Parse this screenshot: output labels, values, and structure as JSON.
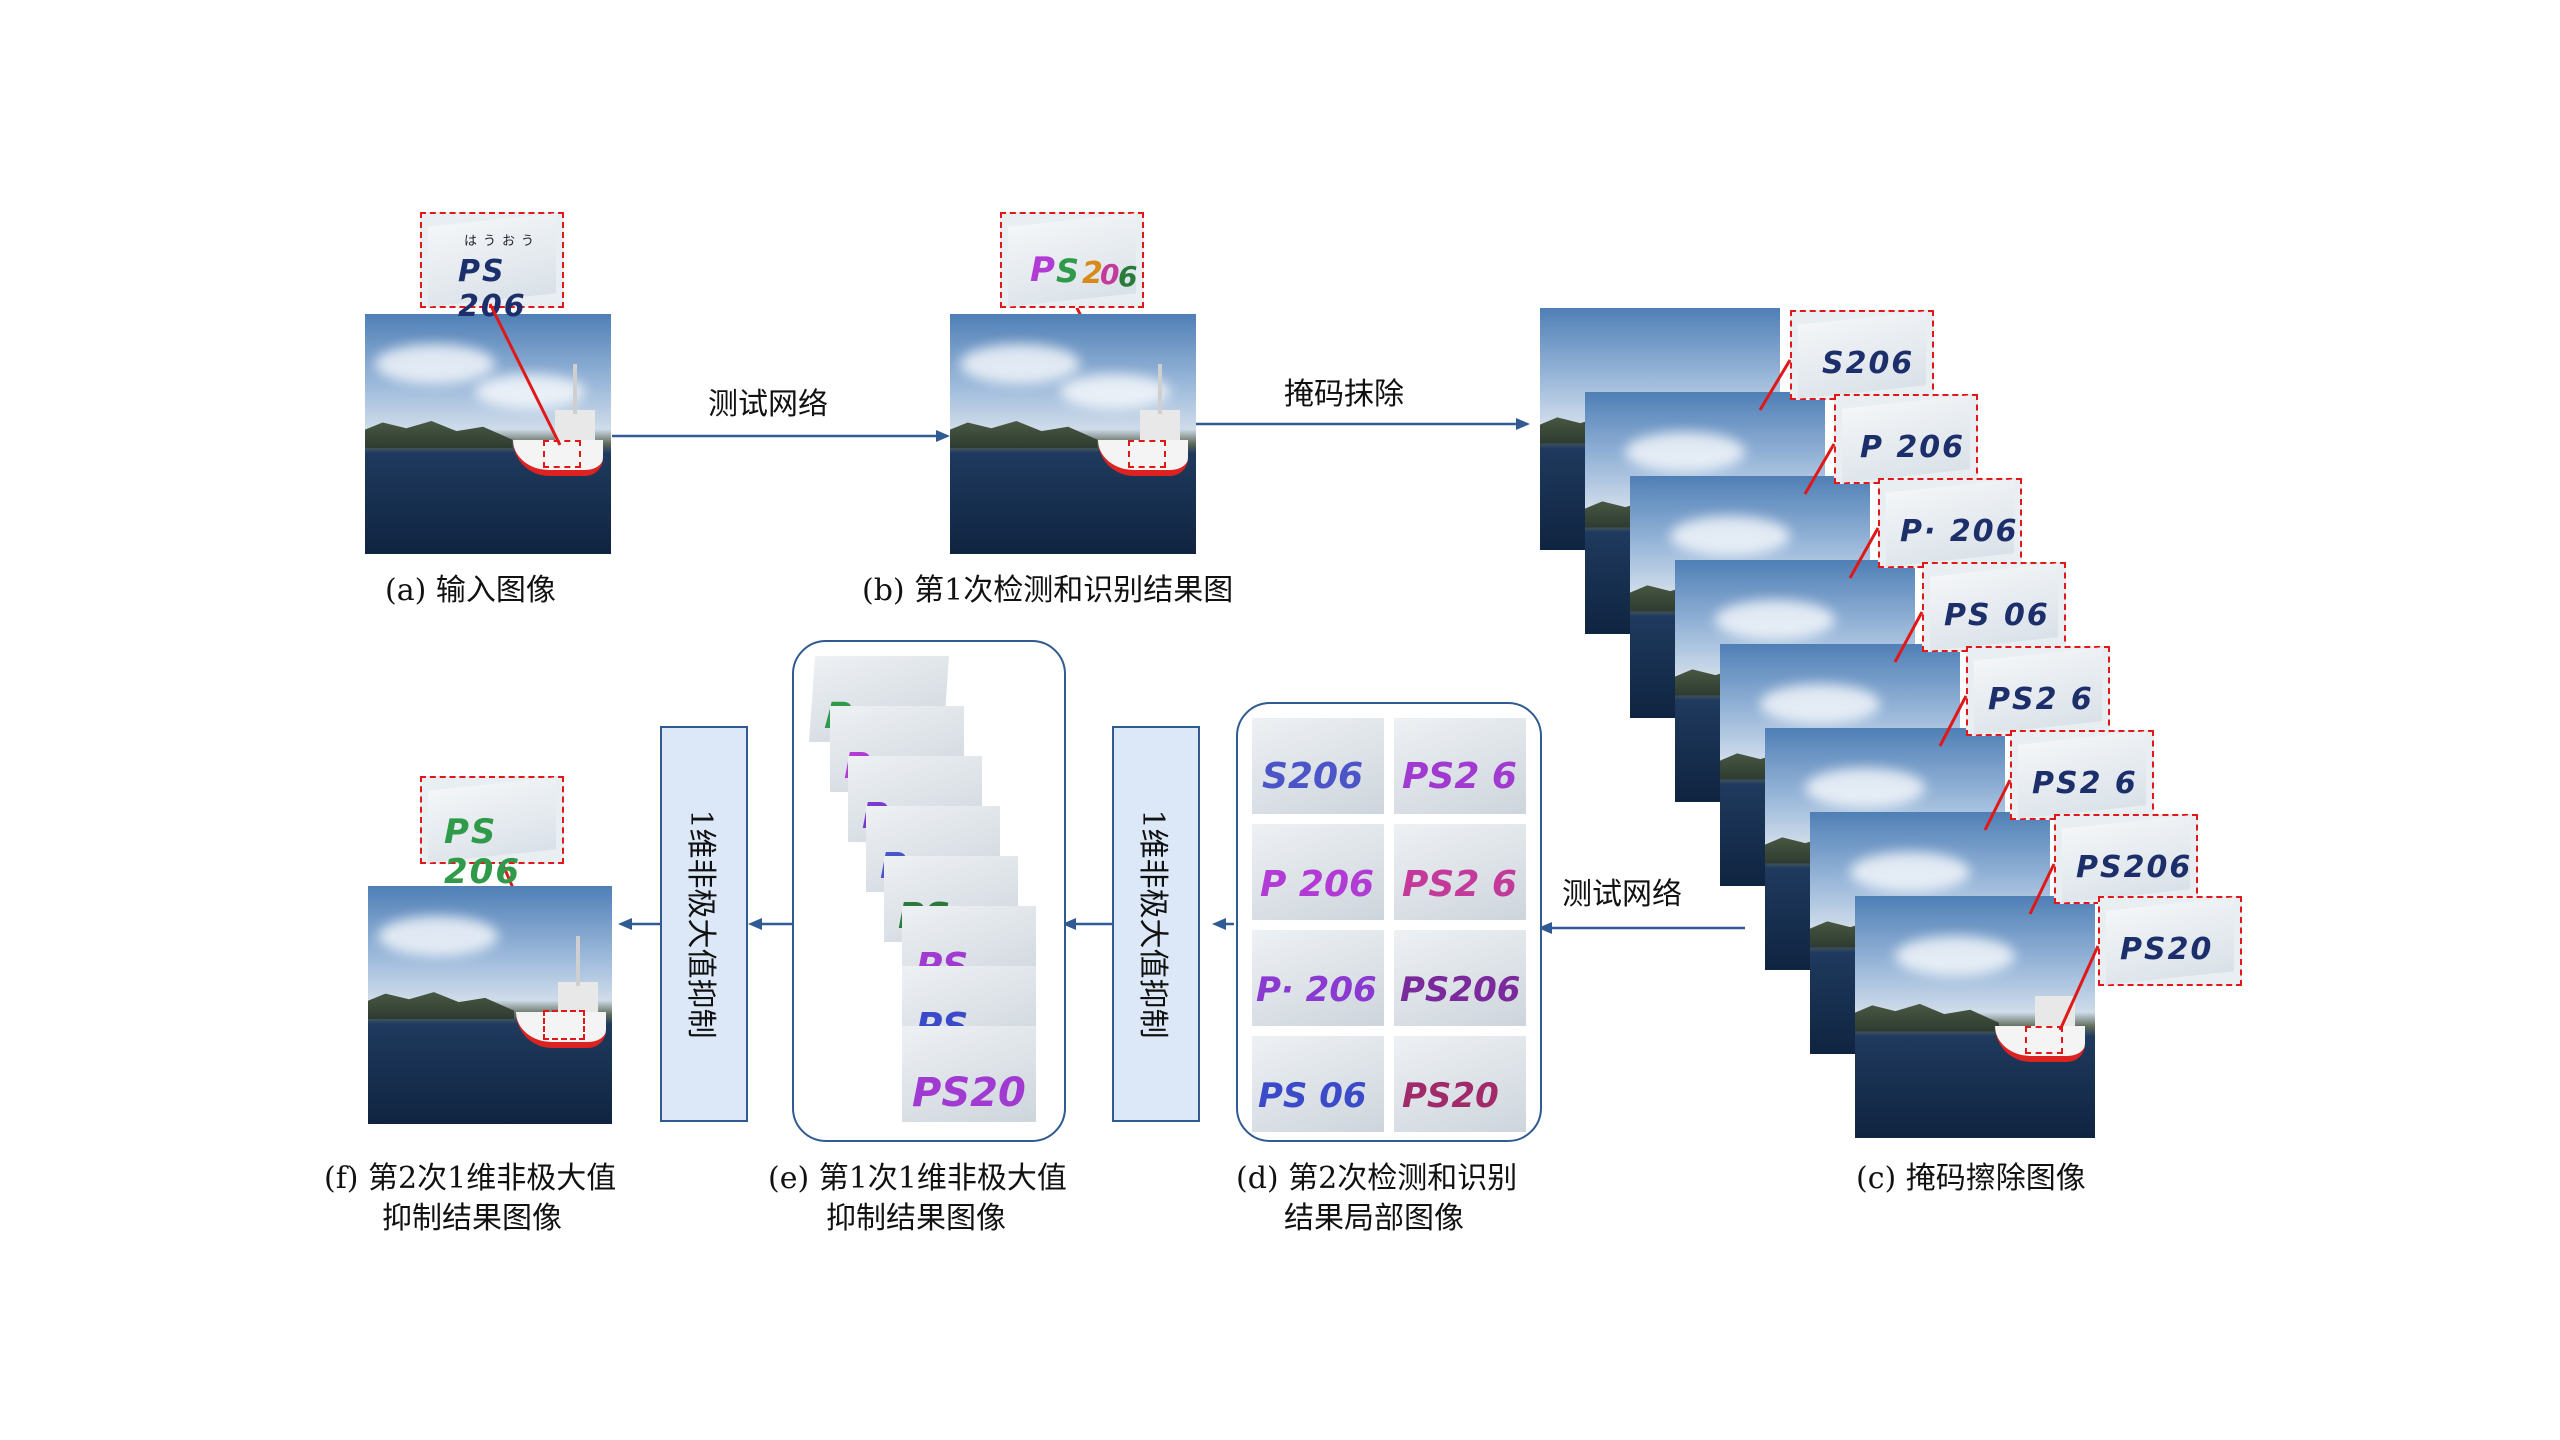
{
  "labels": {
    "a": "(a) 输入图像",
    "b": "(b) 第1次检测和识别结果图",
    "c": "(c) 掩码擦除图像",
    "d_line1": "(d) 第2次检测和识别",
    "d_line2": "结果局部图像",
    "e_line1": "(e) 第1次1维非极大值",
    "e_line2": "抑制结果图像",
    "f_line1": "(f) 第2次1维非极大值",
    "f_line2": "抑制结果图像"
  },
  "arrows": {
    "test_net_top": "测试网络",
    "mask_erase": "掩码抹除",
    "test_net_bottom": "测试网络"
  },
  "nms_boxes": {
    "right": "1维非极大值抑制",
    "left": "1维非极大值抑制"
  },
  "plates": {
    "input": "PS 206",
    "erased": [
      "S206",
      "P 206",
      "P· 206",
      "PS 06",
      "PS2 6",
      "PS2 6",
      "PS206",
      "PS20"
    ],
    "tiles": [
      "S206",
      "PS2 6",
      "P 206",
      "PS2 6",
      "P· 206",
      "PS206",
      "PS 06",
      "PS20"
    ],
    "result": "PS 206",
    "hiragana": "はうおう"
  },
  "colors": {
    "arrow": "#2f5a92",
    "dash_red": "#e01818",
    "nms_fill": "#dce8f7"
  }
}
